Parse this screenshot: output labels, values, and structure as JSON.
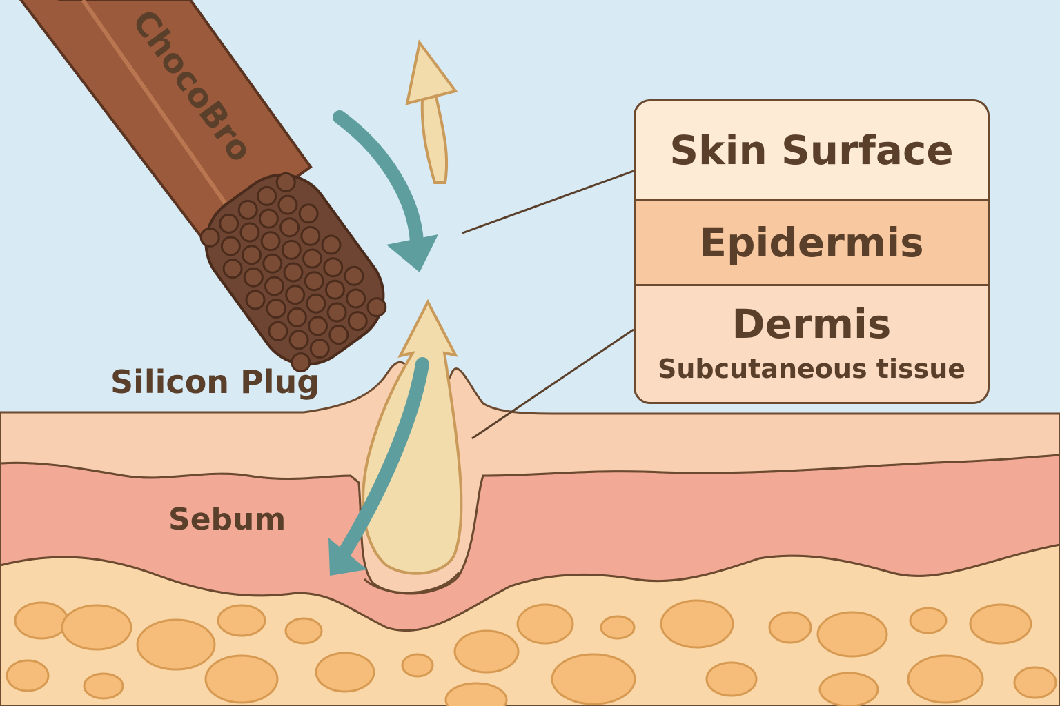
{
  "brand": {
    "name": "ChocoBro"
  },
  "labels": {
    "silicon_plug": "Silicon Plug",
    "sebum": "Sebum"
  },
  "legend": {
    "skin_surface": "Skin Surface",
    "epidermis": "Epidermis",
    "dermis": "Dermis",
    "subcutaneous": "Subcutaneous tissue"
  },
  "colors": {
    "sky": "#d8eaf3",
    "epidermis": "#f8cfb0",
    "dermis": "#f2aa96",
    "subcutaneous": "#fad7a8",
    "fat_cells": "#f6bd7a",
    "tool": "#9b5a3c",
    "tool_tip": "#6e4532",
    "arrow_teal": "#5e9e9e",
    "arrow_tan": "#f2dcab",
    "outline": "#6b4a30"
  }
}
